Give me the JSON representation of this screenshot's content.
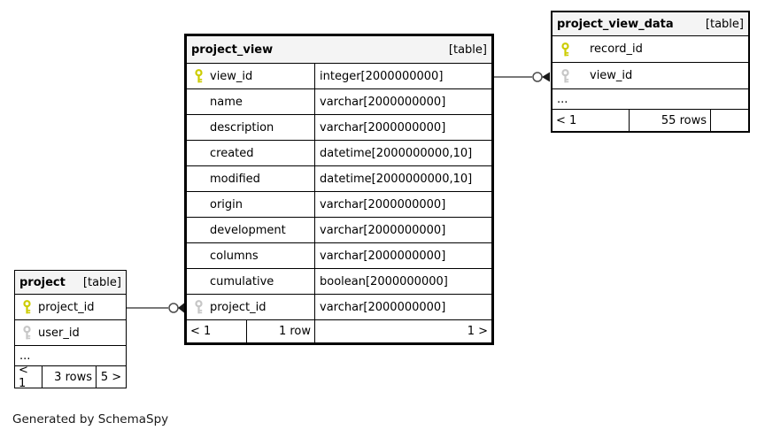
{
  "page": {
    "caption": "Generated by SchemaSpy"
  },
  "colors": {
    "pk_key": "#cccc00",
    "fk_key": "#c6c6c6",
    "header_bg": "#f4f4f4",
    "table_border": "#000000",
    "connector": "#4d4d4d",
    "text": "#000000"
  },
  "tables": {
    "project_view": {
      "name": "project_view",
      "tag": "[table]",
      "columns": [
        {
          "name": "view_id",
          "type": "integer[2000000000]",
          "key": "pk"
        },
        {
          "name": "name",
          "type": "varchar[2000000000]",
          "key": ""
        },
        {
          "name": "description",
          "type": "varchar[2000000000]",
          "key": ""
        },
        {
          "name": "created",
          "type": "datetime[2000000000,10]",
          "key": ""
        },
        {
          "name": "modified",
          "type": "datetime[2000000000,10]",
          "key": ""
        },
        {
          "name": "origin",
          "type": "varchar[2000000000]",
          "key": ""
        },
        {
          "name": "development",
          "type": "varchar[2000000000]",
          "key": ""
        },
        {
          "name": "columns",
          "type": "varchar[2000000000]",
          "key": ""
        },
        {
          "name": "cumulative",
          "type": "boolean[2000000000]",
          "key": ""
        },
        {
          "name": "project_id",
          "type": "varchar[2000000000]",
          "key": "fk"
        }
      ],
      "footer": {
        "parents": "< 1",
        "rows": "1 row",
        "children": "1 >"
      }
    },
    "project_view_data": {
      "name": "project_view_data",
      "tag": "[table]",
      "columns": [
        {
          "name": "record_id",
          "key": "pk"
        },
        {
          "name": "view_id",
          "key": "fk"
        }
      ],
      "ellipsis": "...",
      "footer": {
        "parents": "< 1",
        "rows": "55 rows",
        "children": ""
      }
    },
    "project": {
      "name": "project",
      "tag": "[table]",
      "columns": [
        {
          "name": "project_id",
          "key": "pk"
        },
        {
          "name": "user_id",
          "key": "fk"
        }
      ],
      "ellipsis": "...",
      "footer": {
        "parents": "< 1",
        "rows": "3 rows",
        "children": "5 >"
      }
    }
  }
}
